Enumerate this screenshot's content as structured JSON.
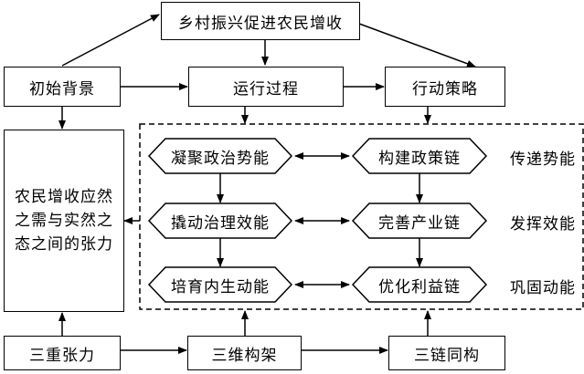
{
  "nodes": {
    "top": "乡村振兴促进农民增收",
    "initial_background": "初始背景",
    "running_process": "运行过程",
    "action_strategy": "行动策略",
    "tension": "农民增收应然之需与实然之态之间的张力",
    "triple_tension": "三重张力",
    "three_dim_framework": "三维构架",
    "three_chain_isomorphism": "三链同构"
  },
  "process_hexagons": [
    "凝聚政治势能",
    "撬动治理效能",
    "培育内生动能"
  ],
  "strategy_hexagons": [
    "构建政策链",
    "完善产业链",
    "优化利益链"
  ],
  "side_labels": [
    "传递势能",
    "发挥效能",
    "巩固动能"
  ]
}
